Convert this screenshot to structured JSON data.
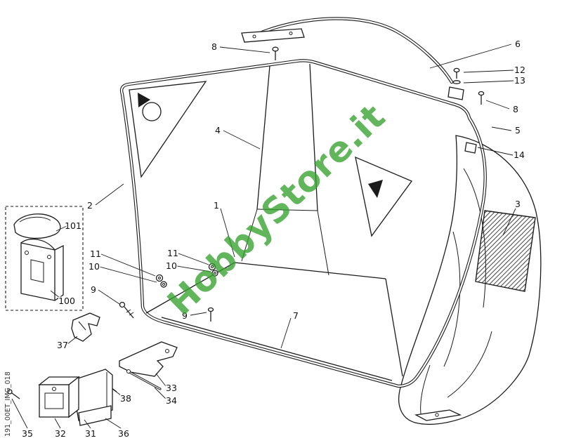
{
  "watermark": {
    "text": "HobbyStore.it",
    "color": "#35a02c"
  },
  "side_caption": "191_00ET_IMG_018",
  "callouts": {
    "n8_top": "8",
    "n6": "6",
    "n12": "12",
    "n13": "13",
    "n8_right": "8",
    "n5": "5",
    "n14": "14",
    "n4": "4",
    "n2": "2",
    "n3": "3",
    "n1": "1",
    "n7": "7",
    "n101": "101",
    "n100": "100",
    "n11_left": "11",
    "n10_left": "10",
    "n11_mid": "11",
    "n10_mid": "10",
    "n9_left": "9",
    "n9_mid": "9",
    "n37": "37",
    "n33": "33",
    "n34": "34",
    "n38": "38",
    "n36": "36",
    "n35": "35",
    "n32": "32",
    "n31": "31"
  }
}
